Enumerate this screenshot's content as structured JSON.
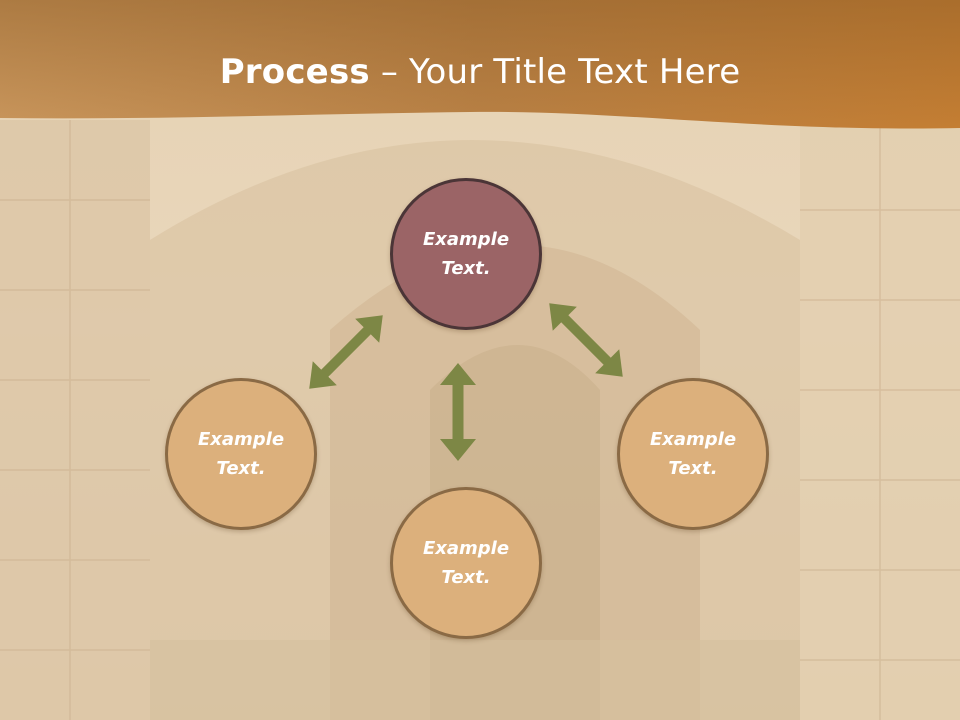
{
  "slide": {
    "title_bold": "Process",
    "title_rest": " – Your Title Text Here"
  },
  "nodes": {
    "top": "Example\nText.",
    "left": "Example\nText.",
    "right": "Example\nText.",
    "bottom": "Example\nText."
  },
  "colors": {
    "header": "#c1853e",
    "accent_node": "#9b6466",
    "plain_node": "#dcb07c",
    "node_border": "#8a6a45",
    "arrow": "#7d8745"
  }
}
